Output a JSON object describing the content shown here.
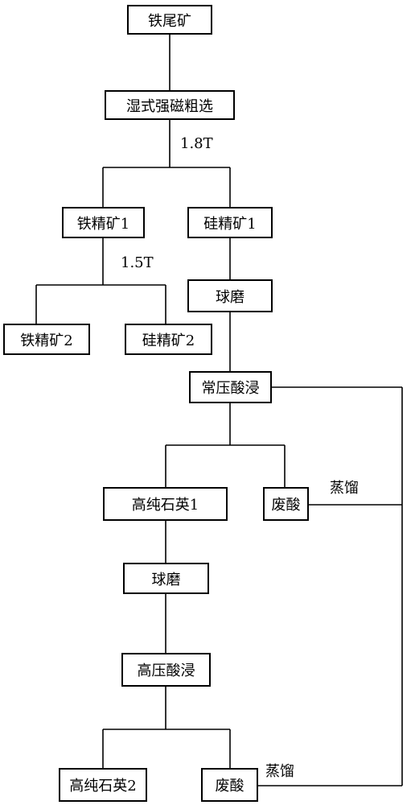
{
  "nodes": {
    "iron_tailings": "铁尾矿",
    "wet_magnetic": "湿式强磁粗选",
    "iron_conc_1": "铁精矿1",
    "silicon_conc_1": "硅精矿1",
    "iron_conc_2": "铁精矿2",
    "silicon_conc_2": "硅精矿2",
    "ball_mill_1": "球磨",
    "atm_acid_leach": "常压酸浸",
    "hp_quartz_1": "高纯石英1",
    "waste_acid_1": "废酸",
    "ball_mill_2": "球磨",
    "hp_acid_leach": "高压酸浸",
    "hp_quartz_2": "高纯石英2",
    "waste_acid_2": "废酸"
  },
  "labels": {
    "field_1": "1.8T",
    "field_2": "1.5T",
    "distill_1": "蒸馏",
    "distill_2": "蒸馏"
  }
}
